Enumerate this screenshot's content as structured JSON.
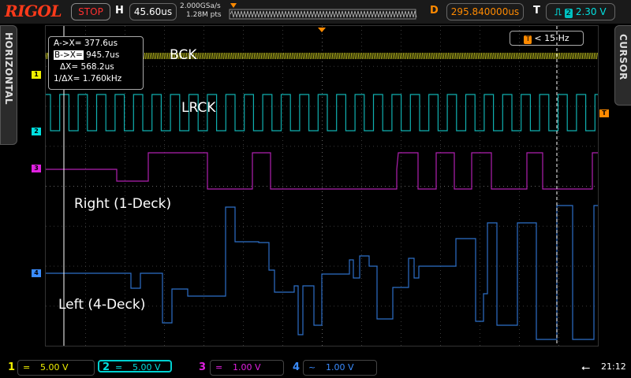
{
  "topbar": {
    "logo": "RIGOL",
    "run_state": "STOP",
    "h_label": "H",
    "timebase": "45.60us",
    "sample_rate": "2.000GSa/s",
    "mem_depth": "1.28M pts",
    "d_label": "D",
    "delay": "295.840000us",
    "t_label": "T",
    "trigger_source": "2",
    "trigger_level": "2.30 V"
  },
  "left_tab": "HORIZONTAL",
  "right_tab": "CURSOR",
  "cursor_readout": {
    "ax_label": "A->X=",
    "ax_value": "377.6us",
    "bx_label": "B->X=",
    "bx_value": "945.7us",
    "dx_label": "ΔX=",
    "dx_value": "568.2us",
    "inv_label": "1/ΔX=",
    "inv_value": "1.760kHz"
  },
  "trigger_freq": "< 15 Hz",
  "labels": {
    "bck": "BCK",
    "lrck": "LRCK",
    "right": "Right (1-Deck)",
    "left": "Left (4-Deck)"
  },
  "channel_markers": [
    "1",
    "2",
    "3",
    "4",
    "T"
  ],
  "channels": [
    {
      "num": "1",
      "coupling": "=",
      "scale": "5.00 V",
      "color": "#f0f000",
      "active": false
    },
    {
      "num": "2",
      "coupling": "=",
      "scale": "5.00 V",
      "color": "#00e0e0",
      "active": true
    },
    {
      "num": "3",
      "coupling": "=",
      "scale": "1.00 V",
      "color": "#e020e0",
      "active": false
    },
    {
      "num": "4",
      "coupling": "~",
      "scale": "1.00 V",
      "color": "#3a8cff",
      "active": false
    }
  ],
  "colors": {
    "ch1": "#c8c820",
    "ch2": "#10b0b0",
    "ch3": "#b020b0",
    "ch4": "#2d6fc8",
    "trigger": "#ff8a00",
    "cursor": "#ffffff"
  },
  "status": {
    "usb_icon": "usb-icon",
    "clock": "21:12"
  }
}
